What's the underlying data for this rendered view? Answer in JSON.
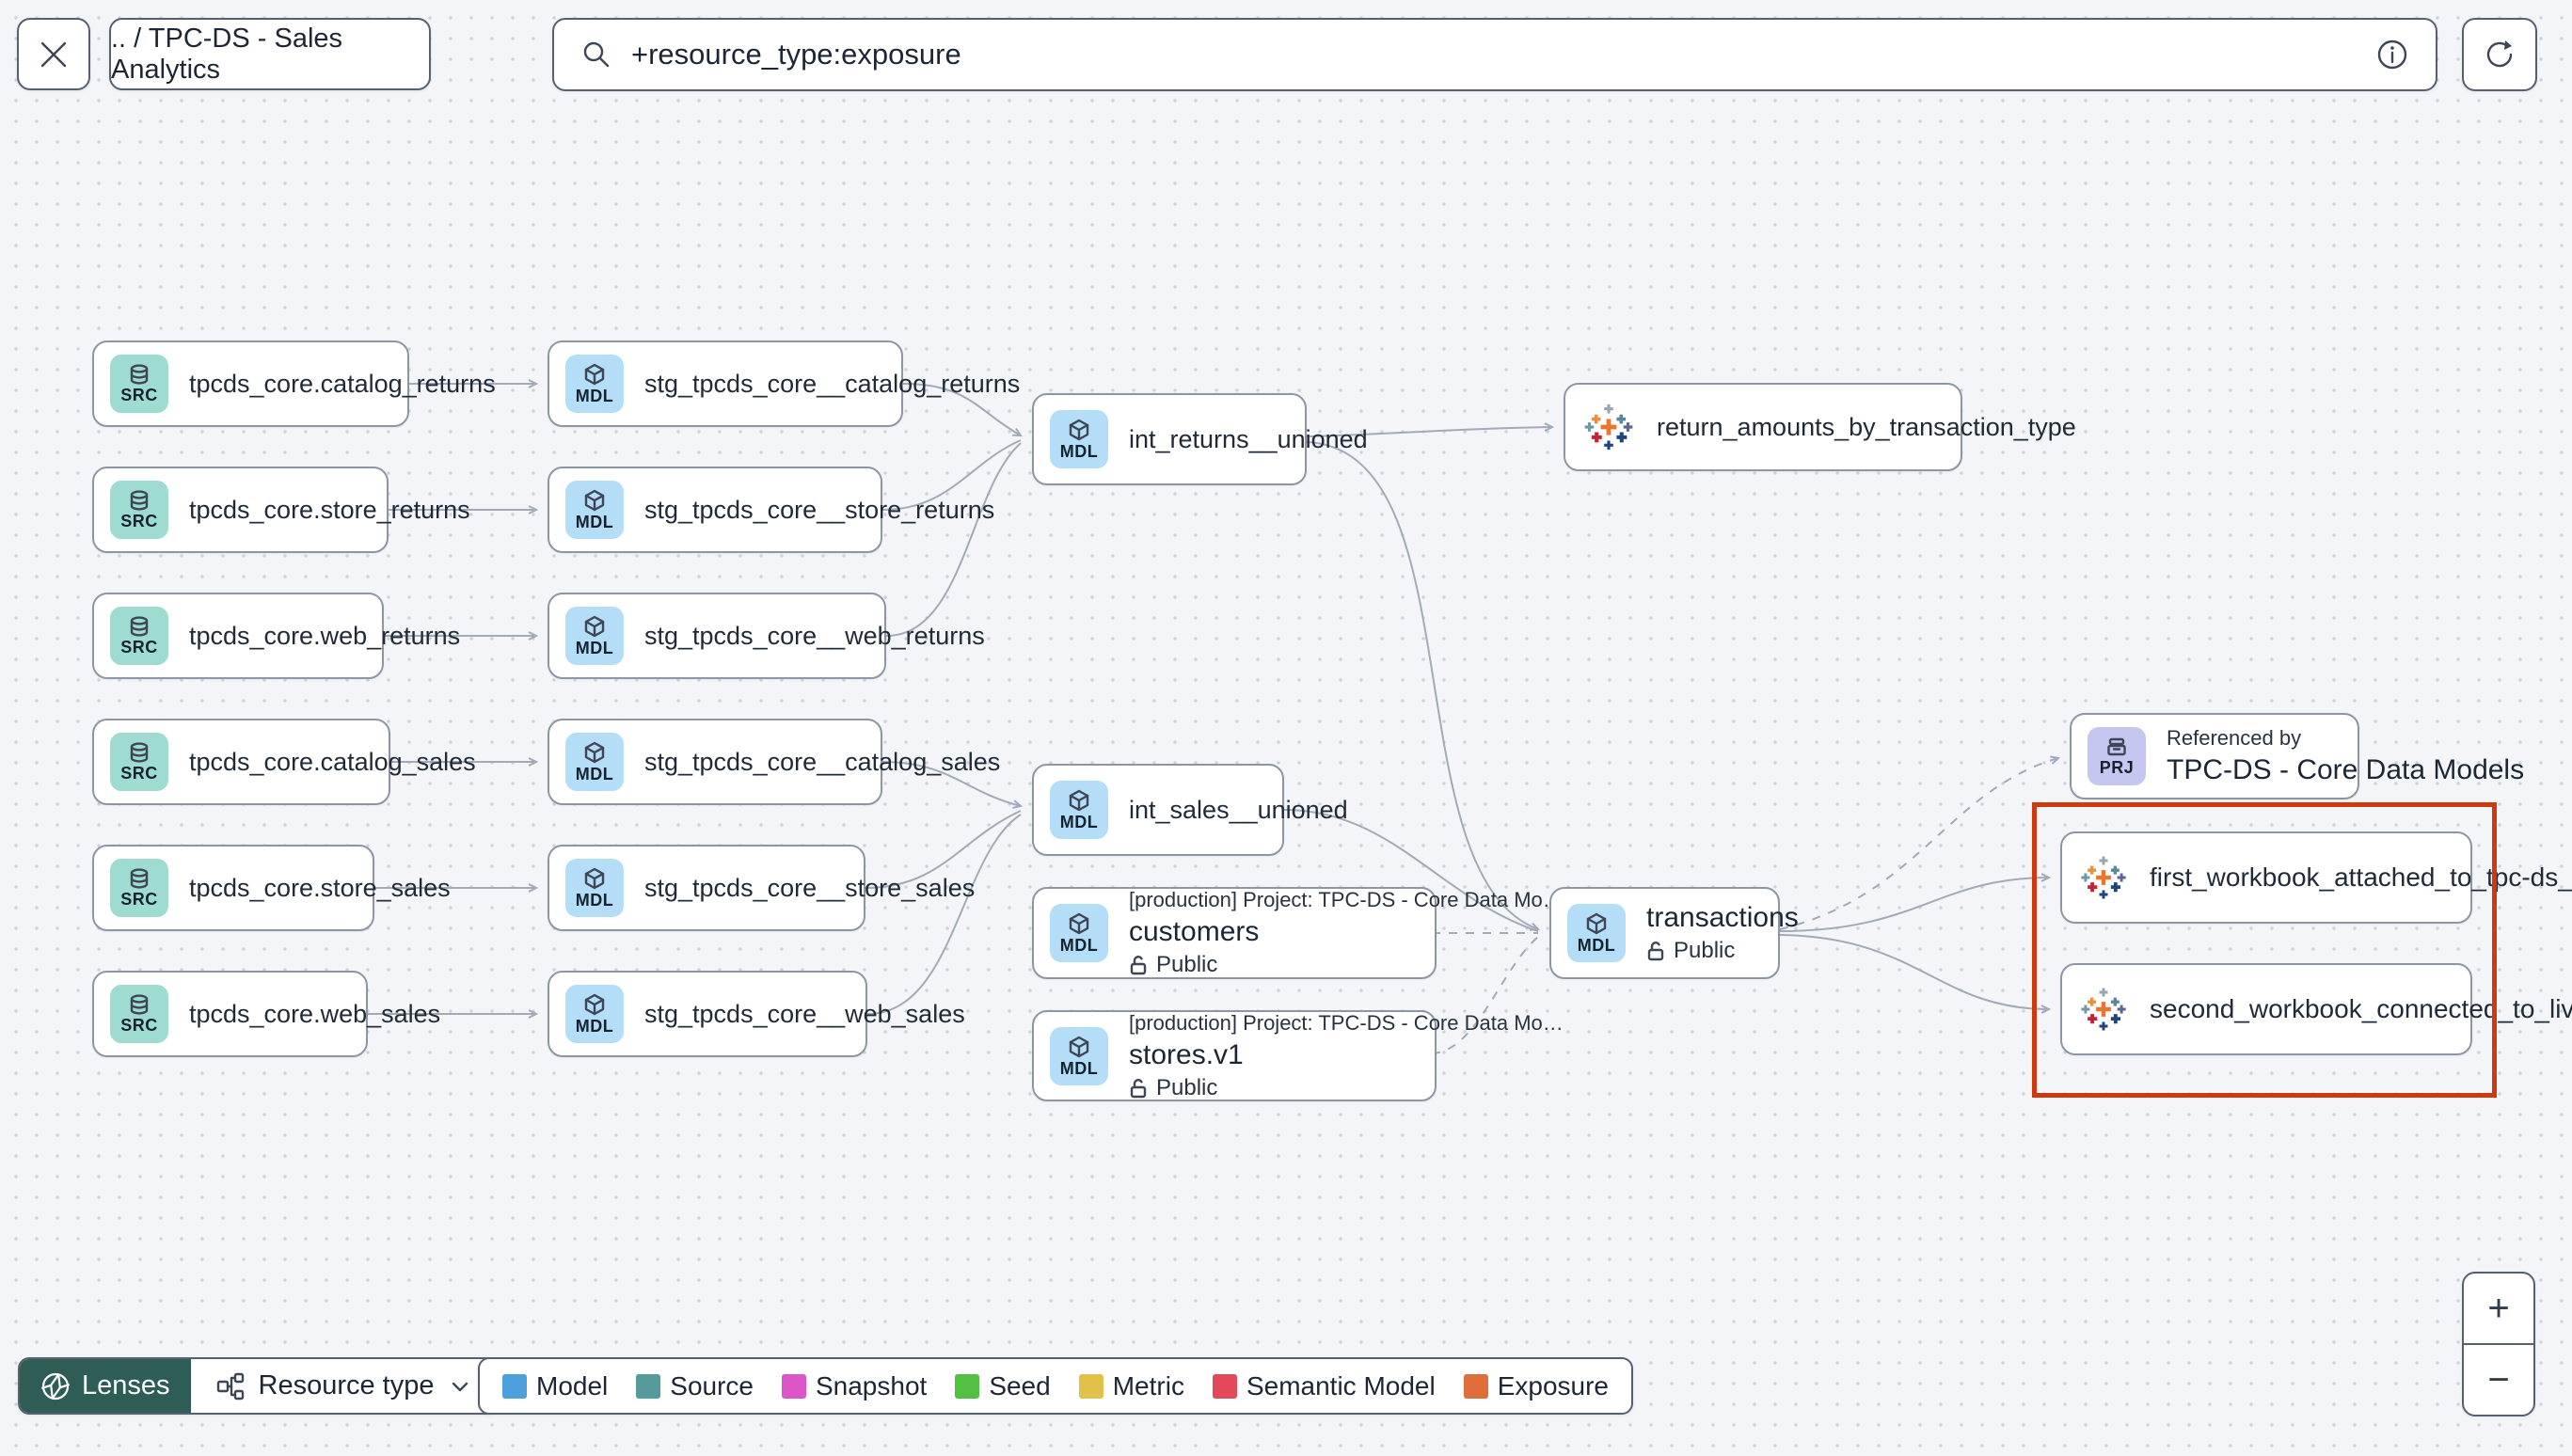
{
  "topbar": {
    "breadcrumb": ".. / TPC-DS - Sales Analytics",
    "search_value": "+resource_type:exposure"
  },
  "badges": {
    "src": "SRC",
    "mdl": "MDL",
    "prj": "PRJ"
  },
  "graph": {
    "sources": [
      {
        "label": "tpcds_core.catalog_returns"
      },
      {
        "label": "tpcds_core.store_returns"
      },
      {
        "label": "tpcds_core.web_returns"
      },
      {
        "label": "tpcds_core.catalog_sales"
      },
      {
        "label": "tpcds_core.store_sales"
      },
      {
        "label": "tpcds_core.web_sales"
      }
    ],
    "staging": [
      {
        "label": "stg_tpcds_core__catalog_returns"
      },
      {
        "label": "stg_tpcds_core__store_returns"
      },
      {
        "label": "stg_tpcds_core__web_returns"
      },
      {
        "label": "stg_tpcds_core__catalog_sales"
      },
      {
        "label": "stg_tpcds_core__store_sales"
      },
      {
        "label": "stg_tpcds_core__web_sales"
      }
    ],
    "intermediate": [
      {
        "label": "int_returns__unioned"
      },
      {
        "label": "int_sales__unioned"
      }
    ],
    "exposure_top": {
      "label": "return_amounts_by_transaction_type"
    },
    "public_models": [
      {
        "project": "[production] Project: TPC-DS - Core Data Mo…",
        "name": "customers",
        "access": "Public"
      },
      {
        "project": "[production] Project: TPC-DS - Core Data Mo…",
        "name": "stores.v1",
        "access": "Public"
      }
    ],
    "transactions": {
      "name": "transactions",
      "access": "Public"
    },
    "referenced_by": {
      "title": "Referenced by",
      "name": "TPC-DS - Core Data Models"
    },
    "workbooks": [
      {
        "label": "first_workbook_attached_to_tpc-ds_-_…"
      },
      {
        "label": "second_workbook_connected_to_live…"
      }
    ],
    "highlight_color": "#ce3a0e"
  },
  "footer": {
    "lenses_label": "Lenses",
    "resource_type_label": "Resource type",
    "legend": [
      {
        "label": "Model",
        "color": "#4d9fdc"
      },
      {
        "label": "Source",
        "color": "#569b9b"
      },
      {
        "label": "Snapshot",
        "color": "#dd56c8"
      },
      {
        "label": "Seed",
        "color": "#52c041"
      },
      {
        "label": "Metric",
        "color": "#e2c14a"
      },
      {
        "label": "Semantic Model",
        "color": "#e4495b"
      },
      {
        "label": "Exposure",
        "color": "#df6e3a"
      }
    ]
  },
  "zoom_controls": {
    "zoom_in": "+",
    "zoom_out": "−"
  }
}
